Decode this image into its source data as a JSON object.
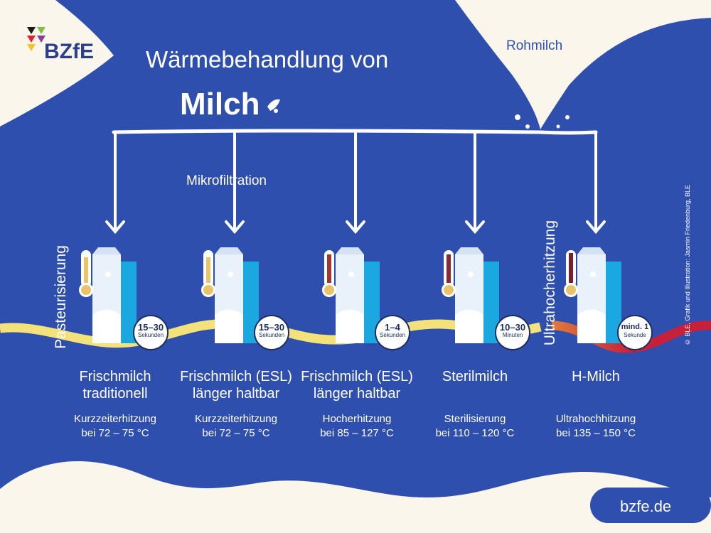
{
  "logo": {
    "text": "BZfE"
  },
  "title": {
    "line1": "Wärmebehandlung von",
    "line2": "Milch"
  },
  "raw_milk_label": "Rohmilch",
  "microfiltration_label": "Mikrofiltration",
  "copyright": "© BLE, Grafik und Illustration: Jasmin Friedenburg, BLE",
  "process_labels": {
    "pasteurization": "Pasteurisierung",
    "ultra_heating": "Ultrahocherhitzung"
  },
  "products": [
    {
      "name_line1": "Frischmilch",
      "name_line2": "traditionell",
      "process": "Kurzzeiterhitzung",
      "temp": "bei 72 – 75 °C",
      "time_value": "15–30",
      "time_unit": "Sekunden"
    },
    {
      "name_line1": "Frischmilch (ESL)",
      "name_line2": "länger haltbar",
      "process": "Kurzzeiterhitzung",
      "temp": "bei 72 – 75 °C",
      "time_value": "15–30",
      "time_unit": "Sekunden"
    },
    {
      "name_line1": "Frischmilch (ESL)",
      "name_line2": "länger haltbar",
      "process": "Hocherhitzung",
      "temp": "bei 85 – 127 °C",
      "time_value": "1–4",
      "time_unit": "Sekunden"
    },
    {
      "name_line1": "Sterilmilch",
      "name_line2": "",
      "process": "Sterilisierung",
      "temp": "bei 110 – 120 °C",
      "time_value": "10–30",
      "time_unit": "Minuten"
    },
    {
      "name_line1": "H-Milch",
      "name_line2": "",
      "process": "Ultrahochhitzung",
      "temp": "bei 135 – 150 °C",
      "time_value": "mind. 1",
      "time_unit": "Sekunde"
    }
  ],
  "website": "bzfe.de",
  "colors": {
    "background": "#2e4fad",
    "cream": "#fbf6ec",
    "yellow_wave": "#f3e27a",
    "red_wave": "#c8203a",
    "thermo_cool": "#e8c36a",
    "thermo_hot": "#7a1f2b"
  }
}
